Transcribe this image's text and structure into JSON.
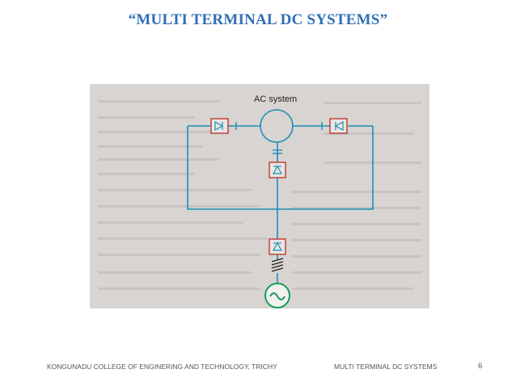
{
  "slide": {
    "title": "“MULTI TERMINAL DC SYSTEMS”"
  },
  "diagram": {
    "ac_system_label": "AC system",
    "line_color": "#1d8fb5",
    "background_color": "#d7d4d2"
  },
  "footer": {
    "institution": "KONGUNADU COLLEGE OF ENGINERING AND TECHNOLOGY, TRICHY",
    "topic": "MULTI TERMINAL DC SYSTEMS",
    "page_number": "6"
  },
  "colors": {
    "title": "#2f6fb6",
    "footer_text": "#555555"
  }
}
